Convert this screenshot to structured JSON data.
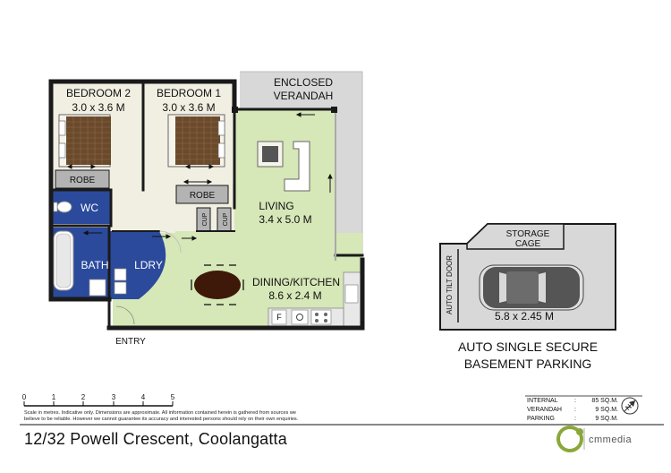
{
  "plan": {
    "rooms": {
      "bedroom2_name": "BEDROOM 2",
      "bedroom2_size": "3.0 x 3.6 M",
      "bedroom1_name": "BEDROOM 1",
      "bedroom1_size": "3.0 x 3.6 M",
      "verandah_line1": "ENCLOSED",
      "verandah_line2": "VERANDAH",
      "living_name": "LIVING",
      "living_size": "3.4 x 5.0 M",
      "robe1": "ROBE",
      "robe2": "ROBE",
      "wc": "WC",
      "cup1": "CUP",
      "cup2": "CUP",
      "bath": "BATH",
      "laundry": "LDRY",
      "dining_name": "DINING/KITCHEN",
      "dining_size": "8.6 x 2.4 M",
      "fridge": "F",
      "entry": "ENTRY"
    },
    "parking": {
      "storage_line1": "STORAGE",
      "storage_line2": "CAGE",
      "door_label": "AUTO TILT DOOR",
      "size": "5.8 x 2.45 M",
      "caption_line1": "AUTO SINGLE SECURE",
      "caption_line2": "BASEMENT PARKING"
    }
  },
  "scale": {
    "ticks": [
      "0",
      "1",
      "2",
      "3",
      "4",
      "5"
    ],
    "disclaimer_line1": "Scale in metres. Indicative only. Dimensions are approximate. All information contained herein is gathered from sources we",
    "disclaimer_line2": "believe to be reliable. However we cannot guarantee its accuracy and interested persons should rely on their own enquiries."
  },
  "areas": [
    {
      "label": "INTERNAL",
      "value": "85 SQ.M."
    },
    {
      "label": "VERANDAH",
      "value": "9 SQ.M."
    },
    {
      "label": "PARKING",
      "value": "9 SQ.M."
    }
  ],
  "footer": {
    "address": "12/32 Powell Crescent, Coolangatta",
    "brand": "cmmedia",
    "compass_letter": "N"
  },
  "colors": {
    "wall": "#1a1a1a",
    "floor_beige": "#f1efe2",
    "living_green": "#d6e7b8",
    "wet_blue": "#2b4a9c",
    "robe_grey": "#b3b3b3",
    "verandah_grey": "#d8d8d8",
    "table_brown": "#3e1808",
    "bed_brown": "#6b4a2c"
  }
}
